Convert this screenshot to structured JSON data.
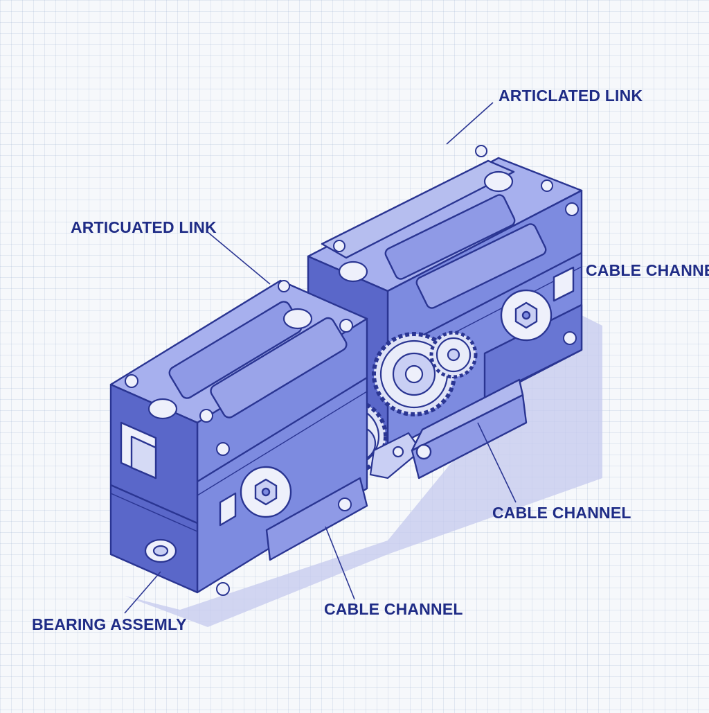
{
  "labels": {
    "articulated_link_top": "ARTICLATED LINK",
    "articulated_link_left": "ARTICUATED LINK",
    "cable_channel_right": "CABLE CHANNEL",
    "cable_channel_middle": "CABLE CHANNEL",
    "cable_channel_bottom": "CABLE CHANNEL",
    "bearing_assembly": "BEARING ASSEMLY"
  },
  "palette": {
    "body_fill": "#7d8be0",
    "body_fill_light": "#a7b0ee",
    "body_fill_dark": "#5a67c9",
    "outline": "#2a3592",
    "shadow": "#c4c9ee",
    "leader_line": "#2a3592",
    "label_text": "#1f2c86",
    "gear_fill": "#dfe3f7",
    "background_grid": "#96aacd"
  },
  "icons": {
    "gear": "gear-icon",
    "bearing": "bearing-icon",
    "bolt": "bolt-icon"
  }
}
